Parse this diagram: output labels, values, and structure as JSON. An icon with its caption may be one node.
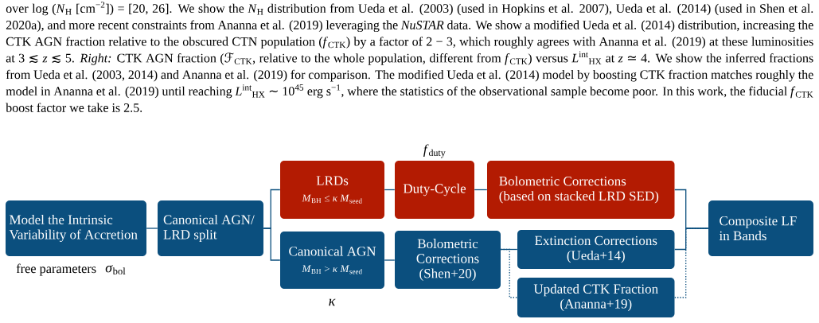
{
  "diagram": {
    "nodes": [
      {
        "text": [
          "Model the Intrinsic Variability of Accretion"
        ],
        "beside": [
          "free parameters",
          "*σ*$_{bol}$"
        ]
      },
      {
        "text": [
          "Canonical AGN/ LRD split"
        ]
      },
      {
        "text": [
          "LRDs",
          "*M*$_{BH}$ ≤ *κ* *M*$_{seed}$"
        ]
      },
      {
        "text": [
          "Canonical AGN",
          "*M*$_{BH}$ > *κ* *M*$_{seed}$"
        ],
        "beside": [
          "κ"
        ]
      },
      {
        "text": [
          "Duty-Cycle"
        ],
        "beside": [
          "*f*$_{duty}$"
        ]
      },
      {
        "text": [
          "Bolometric Corrections (based on stacked LRD SED)"
        ]
      },
      {
        "text": [
          "Bolometric Corrections (Shen+20)"
        ]
      },
      {
        "text": [
          "Extinction Corrections (Ueda+14)"
        ]
      },
      {
        "text": [
          "Updated CTK Fraction (Ananna+19)"
        ]
      },
      {
        "text": [
          "Composite LF in Bands"
        ]
      }
    ],
    "edges": [
      {
        "from": 0,
        "to": 1,
        "arrow": "none"
      },
      {
        "from": 1,
        "to": 2,
        "arrow": "none"
      },
      {
        "from": 1,
        "to": 3,
        "arrow": "none"
      },
      {
        "from": 2,
        "to": 4,
        "arrow": "none"
      },
      {
        "from": 4,
        "to": 5,
        "arrow": "none"
      },
      {
        "from": 3,
        "to": 6,
        "arrow": "none"
      },
      {
        "from": 6,
        "to": 7,
        "arrow": "none"
      },
      {
        "from": 6,
        "to": 8,
        "arrow": "none",
        "style": "dashed"
      },
      {
        "from": 5,
        "to": 9,
        "arrow": "none"
      },
      {
        "from": 7,
        "to": 9,
        "arrow": "none"
      },
      {
        "from": 8,
        "to": 9,
        "arrow": "none",
        "style": "dashed"
      }
    ],
    "labels": [
      "over log (*N*$_{H}$ [cm$^{−2}$]) = [20, 26]. We show the *N*$_{H}$ distribution from Ueda et al. (2003) (used in Hopkins et al. 2007), Ueda et al. (2014) (used in Shen et al. 2020a), and more recent constraints from Ananna et al. (2019) leveraging the *NuSTAR* data. We show a modified Ueda et al. (2014) distribution, increasing the CTK AGN fraction relative to the obscured CTN population (*f*$_{CTK}$) by a factor of 2 − 3, which roughly agrees with Ananna et al. (2019) at these luminosities at 3 ≲ *z* ≲ 5. *Right:* CTK AGN fraction (ℱ$_{CTK}$, relative to the whole population, different from *f*$_{CTK}$) versus *L*$^{int}$$_{HX}$ at *z* ≃ 4. We show the inferred fractions from Ueda et al. (2003, 2014) and Ananna et al. (2019) for comparison. The modified Ueda et al. (2014) model by boosting CTK fraction matches roughly the model in Ananna et al. (2019) until reaching *L*$^{int}$$_{HX}$ ∼ 10$^{45}$ erg s$^{−1}$, where the statistics of the observational sample become poor. In this work, the fiducial *f*$_{CTK}$ boost factor we take is 2.5."
    ]
  }
}
